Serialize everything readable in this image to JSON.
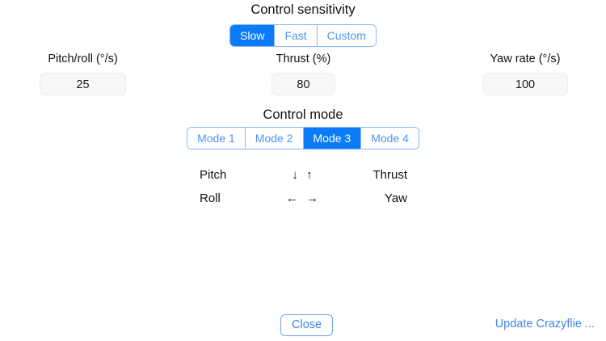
{
  "sensitivity": {
    "heading": "Control sensitivity",
    "options": [
      {
        "label": "Slow",
        "selected": true
      },
      {
        "label": "Fast",
        "selected": false
      },
      {
        "label": "Custom",
        "selected": false
      }
    ]
  },
  "fields": [
    {
      "label": "Pitch/roll (°/s)",
      "value": "25"
    },
    {
      "label": "Thrust (%)",
      "value": "80"
    },
    {
      "label": "Yaw rate (°/s)",
      "value": "100"
    }
  ],
  "mode": {
    "heading": "Control mode",
    "options": [
      {
        "label": "Mode 1",
        "selected": false
      },
      {
        "label": "Mode 2",
        "selected": false
      },
      {
        "label": "Mode 3",
        "selected": true
      },
      {
        "label": "Mode 4",
        "selected": false
      }
    ]
  },
  "mapping": {
    "rows": [
      {
        "left": "Pitch",
        "arrows": "↓ ↑",
        "right": "Thrust"
      },
      {
        "left": "Roll",
        "arrows": "← →",
        "right": "Yaw"
      }
    ]
  },
  "footer": {
    "close_label": "Close",
    "update_label": "Update Crazyflie ..."
  },
  "colors": {
    "accent": "#0a7cfa",
    "link": "#3f86e8",
    "segment_border": "#8ab7f5",
    "input_bg": "#f7f7f7"
  }
}
